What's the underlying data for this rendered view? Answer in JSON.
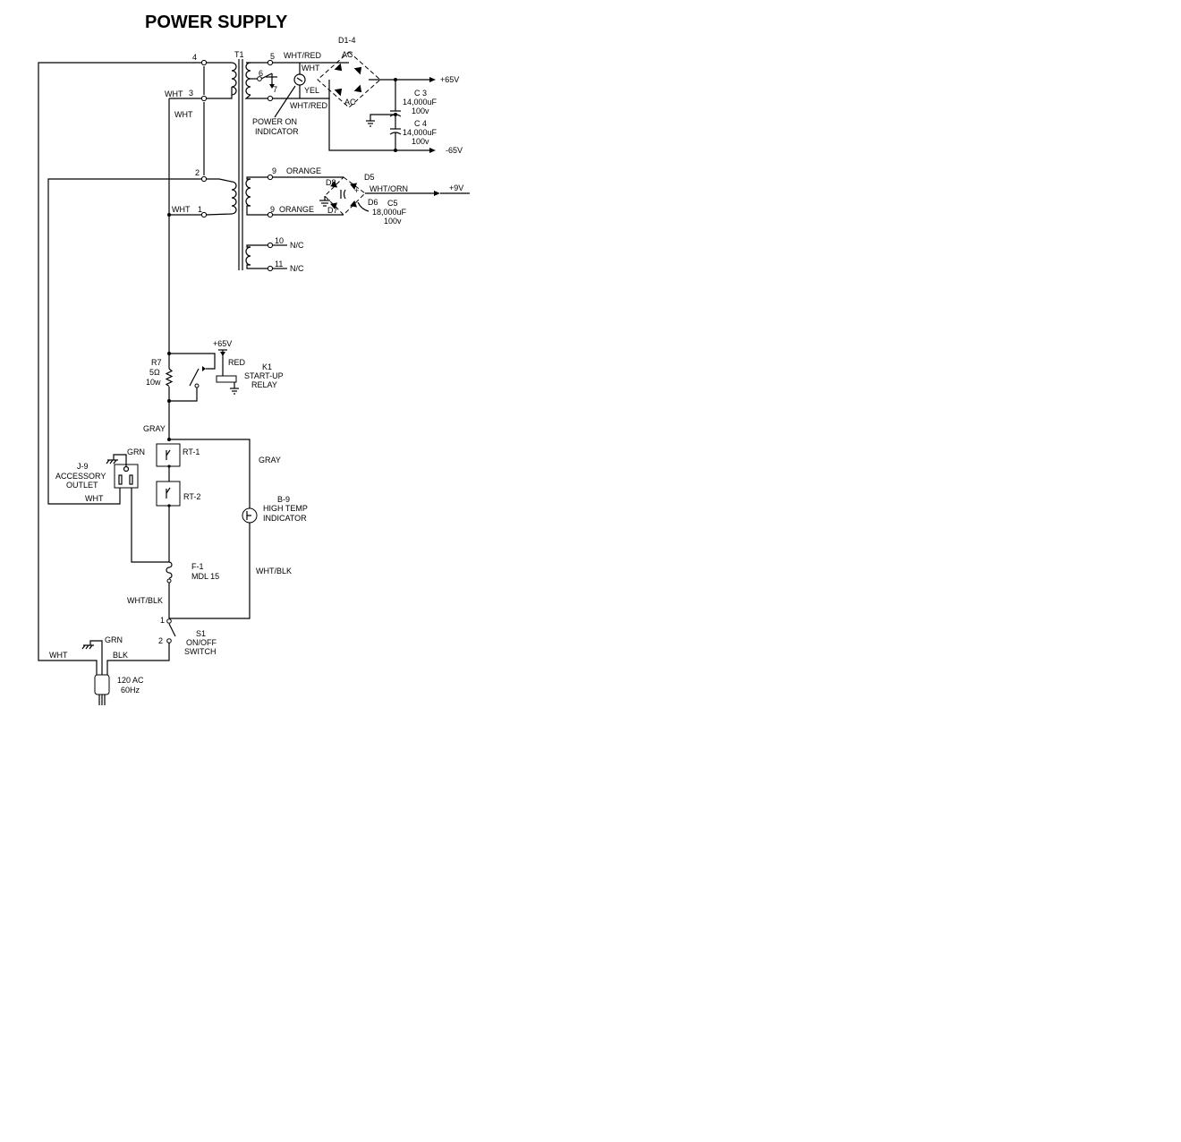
{
  "title": "POWER SUPPLY",
  "transformer": {
    "ref": "T1"
  },
  "primary": {
    "pin4": "4",
    "pin3": "3",
    "pin2": "2",
    "pin1": "1",
    "wht3": "WHT",
    "wht_mid": "WHT",
    "wht1": "WHT"
  },
  "secondary_hv": {
    "pin5": "5",
    "pin6": "6",
    "pin7": "7",
    "whtred_top": "WHT/RED",
    "wht": "WHT",
    "yel": "YEL",
    "whtred_bottom": "WHT/RED",
    "indicator_line1": "POWER ON",
    "indicator_line2": "INDICATOR",
    "bridge_ref": "D1-4",
    "ac_top": "AC",
    "ac_bottom": "AC",
    "pos_out": "+65V",
    "neg_out": "-65V",
    "c3_ref": "C 3",
    "c3_value": "14,000uF",
    "c3_voltage": "100v",
    "c4_ref": "C 4",
    "c4_value": "14,000uF",
    "c4_voltage": "100v"
  },
  "secondary_lv": {
    "pin9a": "9",
    "pin9b": "9",
    "orange_top": "ORANGE",
    "orange_bottom": "ORANGE",
    "d5": "D5",
    "d6": "D6",
    "d7": "D7",
    "d8": "D8",
    "whtorn": "WHT/ORN",
    "out": "+9V",
    "c5_ref": "C5",
    "c5_value": "18,000uF",
    "c5_voltage": "100v"
  },
  "unused": {
    "pin10": "10",
    "pin11": "11",
    "nc_a": "N/C",
    "nc_b": "N/C"
  },
  "startup": {
    "supply": "+65V",
    "red": "RED",
    "r7_ref": "R7",
    "r7_value": "5Ω",
    "r7_power": "10w",
    "k1_ref": "K1",
    "k1_line1": "START-UP",
    "k1_line2": "RELAY"
  },
  "thermal": {
    "gray_left": "GRAY",
    "gray_right": "GRAY",
    "rt1": "RT-1",
    "rt2": "RT-2",
    "b9_ref": "B-9",
    "b9_line1": "HIGH TEMP",
    "b9_line2": "INDICATOR",
    "whtblk_right": "WHT/BLK"
  },
  "accessory": {
    "grn": "GRN",
    "ref": "J-9",
    "line1": "ACCESSORY",
    "line2": "OUTLET",
    "wht": "WHT"
  },
  "fuse": {
    "ref": "F-1",
    "value": "MDL 15",
    "whtblk": "WHT/BLK"
  },
  "switch": {
    "pin1": "1",
    "pin2": "2",
    "ref": "S1",
    "line1": "ON/OFF",
    "line2": "SWITCH"
  },
  "mains": {
    "wht": "WHT",
    "grn": "GRN",
    "blk": "BLK",
    "line1": "120 AC",
    "line2": "60Hz"
  }
}
